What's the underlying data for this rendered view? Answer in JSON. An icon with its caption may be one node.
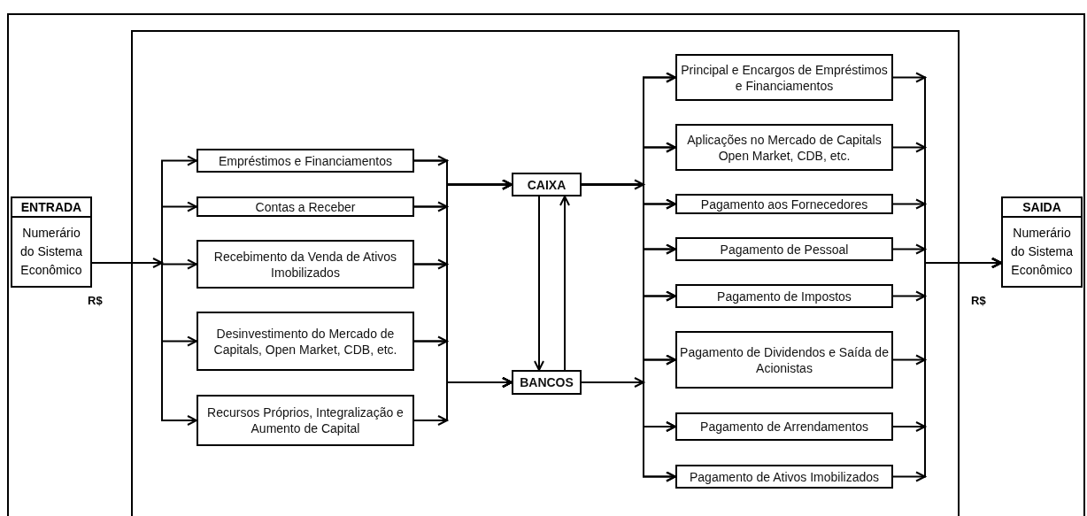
{
  "diagram": {
    "nodes": [
      {
        "text": [
          "ENTRADA",
          "Numerário do Sistema Econômico"
        ]
      },
      {
        "text": [
          "Empréstimos e Financiamentos"
        ]
      },
      {
        "text": [
          "Contas a Receber"
        ]
      },
      {
        "text": [
          "Recebimento da Venda de Ativos Imobilizados"
        ]
      },
      {
        "text": [
          "Desinvestimento do Mercado de Capitals, Open Market, CDB, etc."
        ]
      },
      {
        "text": [
          "Recursos Próprios, Integralização e Aumento de Capital"
        ]
      },
      {
        "text": [
          "CAIXA"
        ]
      },
      {
        "text": [
          "BANCOS"
        ]
      },
      {
        "text": [
          "Principal e Encargos de Empréstimos e Financiamentos"
        ]
      },
      {
        "text": [
          "Aplicações no Mercado de Capitals Open Market, CDB, etc."
        ]
      },
      {
        "text": [
          "Pagamento aos Fornecedores"
        ]
      },
      {
        "text": [
          "Pagamento de Pessoal"
        ]
      },
      {
        "text": [
          "Pagamento de Impostos"
        ]
      },
      {
        "text": [
          "Pagamento de Dividendos e Saída de Acionistas"
        ]
      },
      {
        "text": [
          "Pagamento de Arrendamentos"
        ]
      },
      {
        "text": [
          "Pagamento de Ativos Imobilizados"
        ]
      },
      {
        "text": [
          "SAIDA",
          "Numerário do Sistema Econômico"
        ]
      }
    ],
    "edges": [
      {
        "from": 0,
        "to": 1,
        "arrow": "to"
      },
      {
        "from": 0,
        "to": 2,
        "arrow": "to"
      },
      {
        "from": 0,
        "to": 3,
        "arrow": "to"
      },
      {
        "from": 0,
        "to": 4,
        "arrow": "to"
      },
      {
        "from": 0,
        "to": 5,
        "arrow": "to"
      },
      {
        "from": 1,
        "to": 6,
        "arrow": "to"
      },
      {
        "from": 2,
        "to": 6,
        "arrow": "to"
      },
      {
        "from": 3,
        "to": 6,
        "arrow": "to"
      },
      {
        "from": 4,
        "to": 6,
        "arrow": "to"
      },
      {
        "from": 5,
        "to": 6,
        "arrow": "to"
      },
      {
        "from": 1,
        "to": 7,
        "arrow": "to"
      },
      {
        "from": 2,
        "to": 7,
        "arrow": "to"
      },
      {
        "from": 3,
        "to": 7,
        "arrow": "to"
      },
      {
        "from": 4,
        "to": 7,
        "arrow": "to"
      },
      {
        "from": 5,
        "to": 7,
        "arrow": "to"
      },
      {
        "from": 6,
        "to": 7,
        "arrow": "to"
      },
      {
        "from": 7,
        "to": 6,
        "arrow": "to"
      },
      {
        "from": 6,
        "to": 8,
        "arrow": "to"
      },
      {
        "from": 6,
        "to": 9,
        "arrow": "to"
      },
      {
        "from": 6,
        "to": 10,
        "arrow": "to"
      },
      {
        "from": 6,
        "to": 11,
        "arrow": "to"
      },
      {
        "from": 6,
        "to": 12,
        "arrow": "to"
      },
      {
        "from": 6,
        "to": 13,
        "arrow": "to"
      },
      {
        "from": 6,
        "to": 14,
        "arrow": "to"
      },
      {
        "from": 6,
        "to": 15,
        "arrow": "to"
      },
      {
        "from": 7,
        "to": 8,
        "arrow": "to"
      },
      {
        "from": 7,
        "to": 9,
        "arrow": "to"
      },
      {
        "from": 7,
        "to": 10,
        "arrow": "to"
      },
      {
        "from": 7,
        "to": 11,
        "arrow": "to"
      },
      {
        "from": 7,
        "to": 12,
        "arrow": "to"
      },
      {
        "from": 7,
        "to": 13,
        "arrow": "to"
      },
      {
        "from": 7,
        "to": 14,
        "arrow": "to"
      },
      {
        "from": 7,
        "to": 15,
        "arrow": "to"
      },
      {
        "from": 8,
        "to": 16,
        "arrow": "to"
      },
      {
        "from": 9,
        "to": 16,
        "arrow": "to"
      },
      {
        "from": 10,
        "to": 16,
        "arrow": "to"
      },
      {
        "from": 11,
        "to": 16,
        "arrow": "to"
      },
      {
        "from": 12,
        "to": 16,
        "arrow": "to"
      },
      {
        "from": 13,
        "to": 16,
        "arrow": "to"
      },
      {
        "from": 14,
        "to": 16,
        "arrow": "to"
      },
      {
        "from": 15,
        "to": 16,
        "arrow": "to"
      }
    ],
    "labels": [
      "R$",
      "R$"
    ]
  }
}
